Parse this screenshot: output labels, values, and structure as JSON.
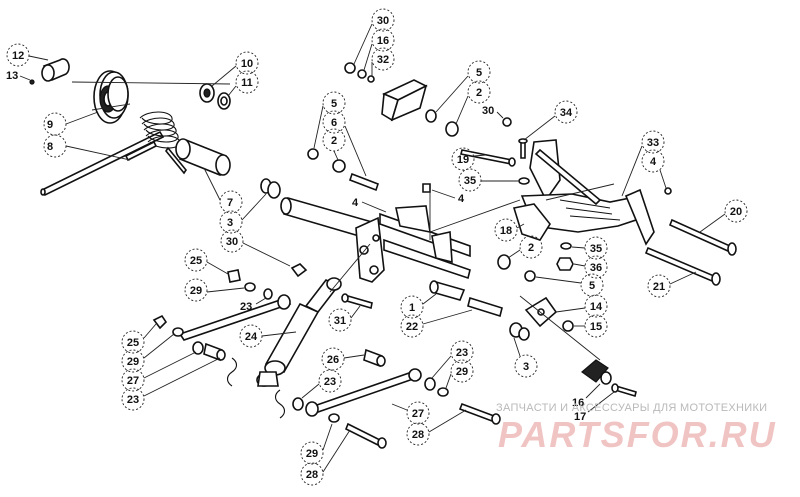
{
  "callouts": [
    {
      "id": "c1",
      "text": "30"
    },
    {
      "id": "c2",
      "text": "16"
    },
    {
      "id": "c3",
      "text": "32"
    },
    {
      "id": "c4",
      "text": "12"
    },
    {
      "id": "c5",
      "text": "13"
    },
    {
      "id": "c6",
      "text": "10"
    },
    {
      "id": "c7",
      "text": "11"
    },
    {
      "id": "c8",
      "text": "9"
    },
    {
      "id": "c9",
      "text": "8"
    },
    {
      "id": "c10",
      "text": "5"
    },
    {
      "id": "c11",
      "text": "2"
    },
    {
      "id": "c12",
      "text": "30"
    },
    {
      "id": "c13",
      "text": "34"
    },
    {
      "id": "c14",
      "text": "5"
    },
    {
      "id": "c15",
      "text": "6"
    },
    {
      "id": "c16",
      "text": "2"
    },
    {
      "id": "c17",
      "text": "19"
    },
    {
      "id": "c18",
      "text": "33"
    },
    {
      "id": "c19",
      "text": "4"
    },
    {
      "id": "c20",
      "text": "7"
    },
    {
      "id": "c21",
      "text": "3"
    },
    {
      "id": "c22",
      "text": "35"
    },
    {
      "id": "c23",
      "text": "4"
    },
    {
      "id": "c24",
      "text": "4"
    },
    {
      "id": "c25",
      "text": "20"
    },
    {
      "id": "c26",
      "text": "18"
    },
    {
      "id": "c27",
      "text": "30"
    },
    {
      "id": "c28",
      "text": "2"
    },
    {
      "id": "c29",
      "text": "35"
    },
    {
      "id": "c30",
      "text": "36"
    },
    {
      "id": "c31",
      "text": "25"
    },
    {
      "id": "c32",
      "text": "5"
    },
    {
      "id": "c33",
      "text": "21"
    },
    {
      "id": "c34",
      "text": "29"
    },
    {
      "id": "c35",
      "text": "23"
    },
    {
      "id": "c36",
      "text": "1"
    },
    {
      "id": "c37",
      "text": "14"
    },
    {
      "id": "c38",
      "text": "31"
    },
    {
      "id": "c39",
      "text": "22"
    },
    {
      "id": "c40",
      "text": "15"
    },
    {
      "id": "c41",
      "text": "25"
    },
    {
      "id": "c42",
      "text": "24"
    },
    {
      "id": "c43",
      "text": "29"
    },
    {
      "id": "c44",
      "text": "27"
    },
    {
      "id": "c45",
      "text": "3"
    },
    {
      "id": "c46",
      "text": "26"
    },
    {
      "id": "c47",
      "text": "23"
    },
    {
      "id": "c48",
      "text": "23"
    },
    {
      "id": "c49",
      "text": "29"
    },
    {
      "id": "c50",
      "text": "23"
    },
    {
      "id": "c51",
      "text": "16"
    },
    {
      "id": "c52",
      "text": "17"
    },
    {
      "id": "c53",
      "text": "27"
    },
    {
      "id": "c54",
      "text": "28"
    },
    {
      "id": "c55",
      "text": "29"
    },
    {
      "id": "c56",
      "text": "28"
    }
  ],
  "watermark": {
    "caption": "ЗАПЧАСТИ И АКСЕССУАРЫ ДЛЯ МОТОТЕХНИКИ",
    "logo": "PARTSFOR.RU"
  }
}
